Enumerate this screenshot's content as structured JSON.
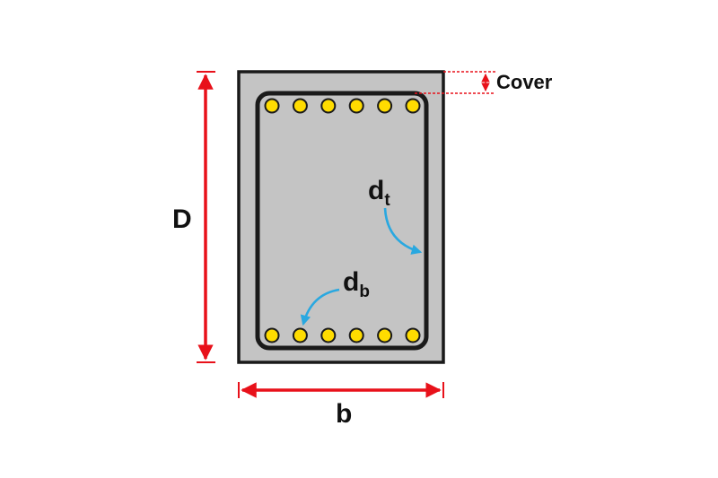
{
  "labels": {
    "cover": "Cover",
    "depth": "D",
    "width": "b",
    "dt_main": "d",
    "dt_sub": "t",
    "db_main": "d",
    "db_sub": "b"
  },
  "colors": {
    "concrete": "#c4c4c4",
    "outline": "#1a1a1a",
    "dimension": "#e8111a",
    "rebar": "#ffdc00",
    "pointer": "#29a8e0"
  },
  "rebars": {
    "top_count": 6,
    "bottom_count": 6
  }
}
